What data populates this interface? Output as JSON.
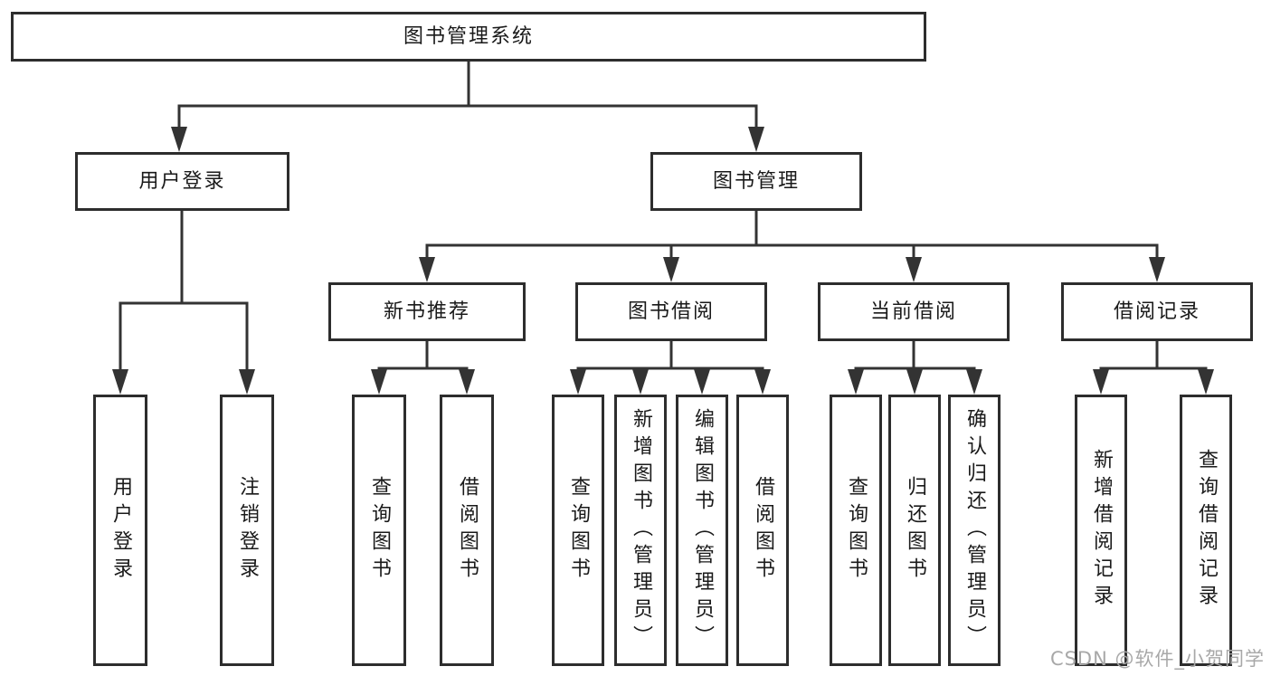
{
  "diagram": {
    "title": "图书管理系统",
    "type": "hierarchy-tree"
  },
  "tree": {
    "root": {
      "label": "图书管理系统"
    },
    "branches": [
      {
        "label": "用户登录",
        "children": [
          {
            "label": "用户登录"
          },
          {
            "label": "注销登录"
          }
        ]
      },
      {
        "label": "图书管理",
        "children": [
          {
            "label": "新书推荐",
            "children": [
              {
                "label": "查询图书"
              },
              {
                "label": "借阅图书"
              }
            ]
          },
          {
            "label": "图书借阅",
            "children": [
              {
                "label": "查询图书"
              },
              {
                "label": "新增图书（管理员）"
              },
              {
                "label": "编辑图书（管理员）"
              },
              {
                "label": "借阅图书"
              }
            ]
          },
          {
            "label": "当前借阅",
            "children": [
              {
                "label": "查询图书"
              },
              {
                "label": "归还图书"
              },
              {
                "label": "确认归还（管理员）"
              }
            ]
          },
          {
            "label": "借阅记录",
            "children": [
              {
                "label": "新增借阅记录"
              },
              {
                "label": "查询借阅记录"
              }
            ]
          }
        ]
      }
    ]
  },
  "watermark": {
    "text": "CSDN @软件_小贺同学"
  },
  "colors": {
    "background": "#ffffff",
    "box_fill": "#ffffff",
    "box_border": "#2d2d2d",
    "line": "#333333",
    "text": "#1a1a1a",
    "watermark": "#a8a8a8"
  }
}
